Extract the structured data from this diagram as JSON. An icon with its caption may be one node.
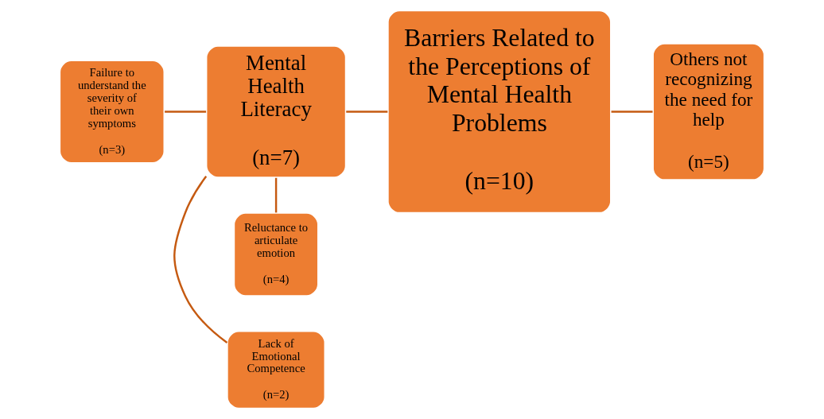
{
  "diagram": {
    "nodes": [
      {
        "text": [
          "Barriers Related to the Perceptions of Mental Health Problems",
          "(n=10)"
        ]
      },
      {
        "text": [
          "Mental Health Literacy",
          "(n=7)"
        ]
      },
      {
        "text": [
          "Lack of Emotional Competence",
          "(n=2)"
        ]
      },
      {
        "text": [
          "Failure to understand the severity of their own symptoms",
          "(n=3)"
        ]
      },
      {
        "text": [
          "Reluctance to articulate emotion",
          "(n=4)"
        ]
      },
      {
        "text": [
          "Others not recognizing the need for help",
          "(n=5)"
        ]
      }
    ],
    "edges": [
      {
        "from": 1,
        "to": 0,
        "arrow": "none"
      },
      {
        "from": 0,
        "to": 5,
        "arrow": "none"
      },
      {
        "from": 1,
        "to": 2,
        "arrow": "none"
      },
      {
        "from": 3,
        "to": 1,
        "arrow": "none"
      },
      {
        "from": 1,
        "to": 4,
        "arrow": "none"
      }
    ]
  }
}
